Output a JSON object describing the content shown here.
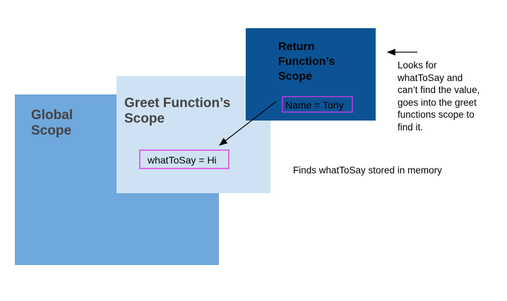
{
  "scopes": {
    "global": {
      "title_line1": "Global",
      "title_line2": "Scope",
      "color": "#6fa8dc"
    },
    "greet": {
      "title_line1": "Greet Function’s",
      "title_line2": "Scope",
      "variable": "whatToSay = Hi",
      "color": "#cfe2f3"
    },
    "return": {
      "title_line1": "Return",
      "title_line2": "Function’s",
      "title_line3": "Scope",
      "variable": "Name = Tony",
      "color": "#0b5394"
    }
  },
  "annotations": {
    "lookup_note_lines": [
      "Looks for",
      "whatToSay and",
      "can’t find the value,",
      "goes into the greet",
      "functions scope to",
      "find it."
    ],
    "found_note": "Finds whatToSay stored in memory"
  }
}
